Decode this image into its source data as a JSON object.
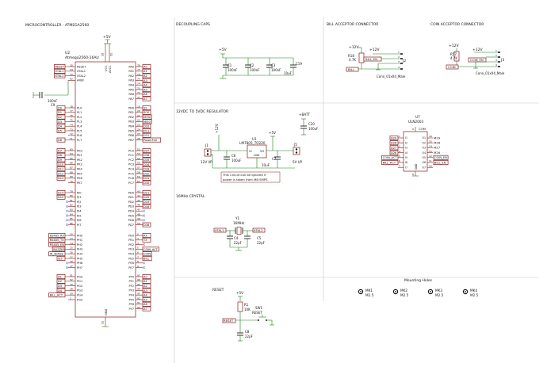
{
  "sections": {
    "mcu": "MICROCONTROLLER - ATMEGA2560",
    "decoupling": "DECOUPLING CAPS",
    "bill": "BILL ACCEPTOR CONNECTOR",
    "coin": "COIN ACCEPTOR CONNECTOR",
    "regulator": "12VDC TO 5VDC REGULATOR",
    "crystal": "16MHz CRYSTAL",
    "reset": "RESET",
    "mounting": "Mounting Holes"
  },
  "mcu": {
    "ref": "U2",
    "part": "Atmega2560-16AU",
    "power": "+5V",
    "vcc": "VCC",
    "avcc": "AVCC",
    "vcc_pin": "10",
    "avcc_pin": "31",
    "gnd": "GND",
    "gnd_pin": "11",
    "left_nets": [
      "RESET",
      "XTAL1",
      "XTAL2",
      "",
      "D0",
      "D1",
      "D2",
      "D3",
      "D4",
      "D5",
      "",
      "D6",
      "D7",
      "D8",
      "D9",
      "D10",
      "D11",
      "D12",
      "D13",
      "",
      "D14",
      "D15",
      "",
      "",
      "",
      "",
      "",
      "",
      "RS485_RX",
      "RS485_TX",
      "RS485_EN",
      "BUZZER",
      "IR_SENSE",
      "IS5",
      "",
      "",
      "D1",
      "D2",
      "D3",
      "D4",
      "BILL_ACT"
    ],
    "left_pins": [
      {
        "n": "30",
        "name": "RESET"
      },
      {
        "n": "34",
        "name": "XTAL1"
      },
      {
        "n": "33",
        "name": "XTAL2"
      },
      {
        "n": "62",
        "name": "AREF"
      },
      {
        "n": "78",
        "name": "PL0"
      },
      {
        "n": "77",
        "name": "PL1"
      },
      {
        "n": "76",
        "name": "PL2"
      },
      {
        "n": "75",
        "name": "PL3"
      },
      {
        "n": "74",
        "name": "PL4"
      },
      {
        "n": "73",
        "name": "PL5"
      },
      {
        "n": "72",
        "name": "PL6"
      },
      {
        "n": "71",
        "name": "PL7"
      },
      {
        "n": "63",
        "name": "PK0"
      },
      {
        "n": "64",
        "name": "PK1"
      },
      {
        "n": "65",
        "name": "PK2"
      },
      {
        "n": "66",
        "name": "PK3"
      },
      {
        "n": "67",
        "name": "PK4"
      },
      {
        "n": "68",
        "name": "PK5"
      },
      {
        "n": "69",
        "name": "PK6"
      },
      {
        "n": "70",
        "name": "PK7"
      },
      {
        "n": "79",
        "name": "PJ0"
      },
      {
        "n": "80",
        "name": "PJ1"
      },
      {
        "n": "81",
        "name": "PJ2"
      },
      {
        "n": "82",
        "name": "PJ3"
      },
      {
        "n": "83",
        "name": "PJ4"
      },
      {
        "n": "84",
        "name": "PJ5"
      },
      {
        "n": "85",
        "name": "PJ6"
      },
      {
        "n": "86",
        "name": "PJ7"
      },
      {
        "n": "12",
        "name": "PH0"
      },
      {
        "n": "13",
        "name": "PH1"
      },
      {
        "n": "14",
        "name": "PH2"
      },
      {
        "n": "15",
        "name": "PH3"
      },
      {
        "n": "16",
        "name": "PH4"
      },
      {
        "n": "17",
        "name": "PH5"
      },
      {
        "n": "18",
        "name": "PH6"
      },
      {
        "n": "27",
        "name": "PH7"
      },
      {
        "n": "51",
        "name": "PG0"
      },
      {
        "n": "52",
        "name": "PG1"
      },
      {
        "n": "70",
        "name": "PG2"
      },
      {
        "n": "28",
        "name": "PG3"
      },
      {
        "n": "29",
        "name": "PG4"
      },
      {
        "n": "1",
        "name": "PG5"
      }
    ],
    "right_pins": [
      {
        "n": "78",
        "name": "PA0",
        "net": "A0"
      },
      {
        "n": "77",
        "name": "PA1",
        "net": "A1"
      },
      {
        "n": "76",
        "name": "PA2",
        "net": "A2"
      },
      {
        "n": "75",
        "name": "PA3",
        "net": "A3"
      },
      {
        "n": "74",
        "name": "PA4",
        "net": "A4"
      },
      {
        "n": "73",
        "name": "PA5",
        "net": "A5"
      },
      {
        "n": "72",
        "name": "PA6",
        "net": "A6"
      },
      {
        "n": "71",
        "name": "PA7",
        "net": "A7"
      },
      {
        "n": "19",
        "name": "PB0",
        "net": "SS"
      },
      {
        "n": "20",
        "name": "PB1",
        "net": "SCK"
      },
      {
        "n": "21",
        "name": "PB2",
        "net": "MOSI"
      },
      {
        "n": "22",
        "name": "PB3",
        "net": "MISO"
      },
      {
        "n": "23",
        "name": "PB4",
        "net": "D10"
      },
      {
        "n": "24",
        "name": "PB5",
        "net": "D11"
      },
      {
        "n": "25",
        "name": "PB6",
        "net": "D12"
      },
      {
        "n": "26",
        "name": "PB7",
        "net": "PowerFail"
      },
      {
        "n": "53",
        "name": "PC0",
        "net": "D37"
      },
      {
        "n": "54",
        "name": "PC1",
        "net": "D36"
      },
      {
        "n": "55",
        "name": "PC2",
        "net": "D35"
      },
      {
        "n": "56",
        "name": "PC3",
        "net": "D34"
      },
      {
        "n": "57",
        "name": "PC4",
        "net": "D33"
      },
      {
        "n": "58",
        "name": "PC5",
        "net": "D32"
      },
      {
        "n": "59",
        "name": "PC6",
        "net": "D31"
      },
      {
        "n": "60",
        "name": "PC7",
        "net": "D30"
      },
      {
        "n": "43",
        "name": "PD0",
        "net": "D21"
      },
      {
        "n": "44",
        "name": "PD1",
        "net": "D20"
      },
      {
        "n": "45",
        "name": "PD2",
        "net": "D19"
      },
      {
        "n": "46",
        "name": "PD3",
        "net": "D18"
      },
      {
        "n": "47",
        "name": "PD4",
        "net": ""
      },
      {
        "n": "48",
        "name": "PD5",
        "net": ""
      },
      {
        "n": "49",
        "name": "PD6",
        "net": ""
      },
      {
        "n": "50",
        "name": "PD7",
        "net": "D38"
      },
      {
        "n": "2",
        "name": "PE0",
        "net": "RX"
      },
      {
        "n": "3",
        "name": "PE1",
        "net": "TX"
      },
      {
        "n": "4",
        "name": "PE2",
        "net": ""
      },
      {
        "n": "5",
        "name": "PE3",
        "net": "COIN_ACT"
      },
      {
        "n": "6",
        "name": "PE4",
        "net": "COIN"
      },
      {
        "n": "7",
        "name": "PE5",
        "net": "BILL"
      },
      {
        "n": "8",
        "name": "PE6",
        "net": ""
      },
      {
        "n": "9",
        "name": "PE7",
        "net": ""
      },
      {
        "n": "97",
        "name": "PF0",
        "net": "A0"
      },
      {
        "n": "96",
        "name": "PF1",
        "net": "A1"
      },
      {
        "n": "95",
        "name": "PF2",
        "net": "A2"
      },
      {
        "n": "94",
        "name": "PF3",
        "net": "A3"
      },
      {
        "n": "93",
        "name": "PF4",
        "net": "A4"
      },
      {
        "n": "92",
        "name": "PF5",
        "net": "A5"
      },
      {
        "n": "91",
        "name": "PF6",
        "net": "A6"
      },
      {
        "n": "90",
        "name": "PF7",
        "net": "A7"
      }
    ],
    "aref_cap": {
      "ref": "C9",
      "value": "100nF"
    }
  },
  "decoupling": {
    "power": "+5V",
    "caps": [
      {
        "ref": "C1",
        "value": "100nF"
      },
      {
        "ref": "C2",
        "value": "100nF"
      },
      {
        "ref": "C3",
        "value": "100nF"
      },
      {
        "ref": "C19",
        "value": "10uF"
      }
    ]
  },
  "bill": {
    "power_r": "+12V",
    "power_c": "+12V",
    "r_ref": "R18",
    "r_val": "4.7K",
    "net_en": "BILL_EN",
    "net_main": "BILL",
    "conn_ref": "J2",
    "conn_part": "Conn_01x04_Male",
    "pins": [
      "1",
      "2",
      "3",
      "4"
    ]
  },
  "coin": {
    "power_r": "+12V",
    "power_c": "+12V",
    "r_ref": "R57",
    "r_val": "4.7K",
    "net_en": "COIN_EN",
    "net_main": "COIN",
    "conn_ref": "J3",
    "conn_part": "Conn_01x04_Male",
    "pins": [
      "1",
      "2",
      "3",
      "4"
    ]
  },
  "regulator": {
    "in_conn": "J1",
    "in_label": "12V I/P",
    "in_power": "+12V",
    "c_in": {
      "ref": "C6",
      "value": "100uF"
    },
    "reg_ref": "U1",
    "reg_part": "LM7805_TO220",
    "vi": "VI",
    "vo": "VO",
    "gnd": "GND",
    "out_power": "+5V",
    "c_out": {
      "ref": "C7",
      "value": "10uF"
    },
    "out_conn": "J5",
    "out_label": "5V I/P",
    "batt_power": "+BATT",
    "c_batt": {
      "ref": "C20",
      "value": "100uF"
    },
    "note1": "This Circuit can be ignored if",
    "note2": "power is taken from MB SMPS"
  },
  "crystal": {
    "ref": "Y1",
    "value": "16MHz",
    "net1": "XTAL1",
    "net2": "XTAL2",
    "c1": {
      "ref": "C4",
      "value": "22pF"
    },
    "c2": {
      "ref": "C5",
      "value": "22pF"
    }
  },
  "reset": {
    "power": "+5V",
    "r": {
      "ref": "R1",
      "value": "10K"
    },
    "net": "RESET",
    "sw_ref": "SW1",
    "sw_label": "RESET",
    "cap": {
      "ref": "C8",
      "value": "22pF"
    }
  },
  "uln": {
    "ref": "U7",
    "part": "ULN2003",
    "com": "COM",
    "gnd": "GND",
    "com_pin": "9",
    "gnd_pin": "8",
    "in_nets": [
      "D29",
      "D28",
      "D27",
      "D26",
      "COIN_ACT",
      "BILL_ACT",
      ""
    ],
    "in_pins": [
      "1",
      "2",
      "3",
      "4",
      "5",
      "6",
      "7"
    ],
    "in_names": [
      "I1",
      "I2",
      "I3",
      "I4",
      "I5",
      "I6",
      "I7"
    ],
    "out_nets": [
      "M29",
      "M28",
      "M27",
      "M26",
      "COIN_EN",
      "BILL_EN",
      ""
    ],
    "out_pins": [
      "16",
      "15",
      "14",
      "13",
      "12",
      "11",
      "10"
    ],
    "out_names": [
      "O1",
      "O2",
      "O3",
      "O4",
      "O5",
      "O6",
      "O7"
    ]
  },
  "holes": [
    {
      "ref": "MK1",
      "size": "M2.5"
    },
    {
      "ref": "MK2",
      "size": "M2.5"
    },
    {
      "ref": "MK3",
      "size": "M2.5"
    },
    {
      "ref": "MK4",
      "size": "M2.5"
    }
  ]
}
